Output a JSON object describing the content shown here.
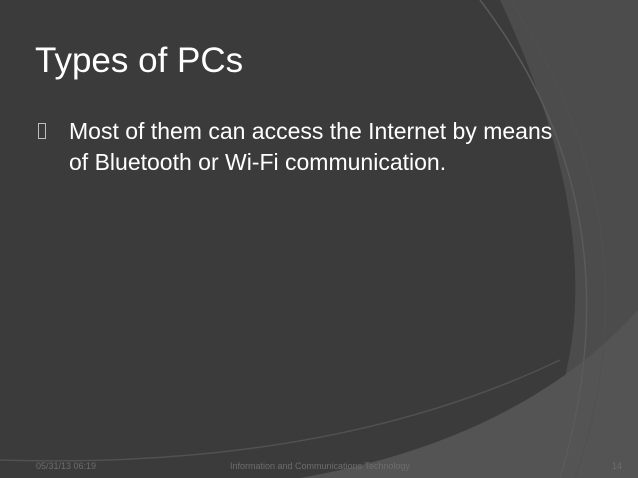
{
  "slide": {
    "title": "Types of PCs",
    "bullets": [
      "Most of them can access the Internet by means of Bluetooth or Wi-Fi communication."
    ],
    "footer": {
      "date": "05/31/13 06:19",
      "center": "Information and Communications Technology",
      "page_number": "14"
    }
  },
  "colors": {
    "background": "#3a3a3a",
    "text": "#ffffff",
    "footer_text": "#6d6d6d"
  }
}
